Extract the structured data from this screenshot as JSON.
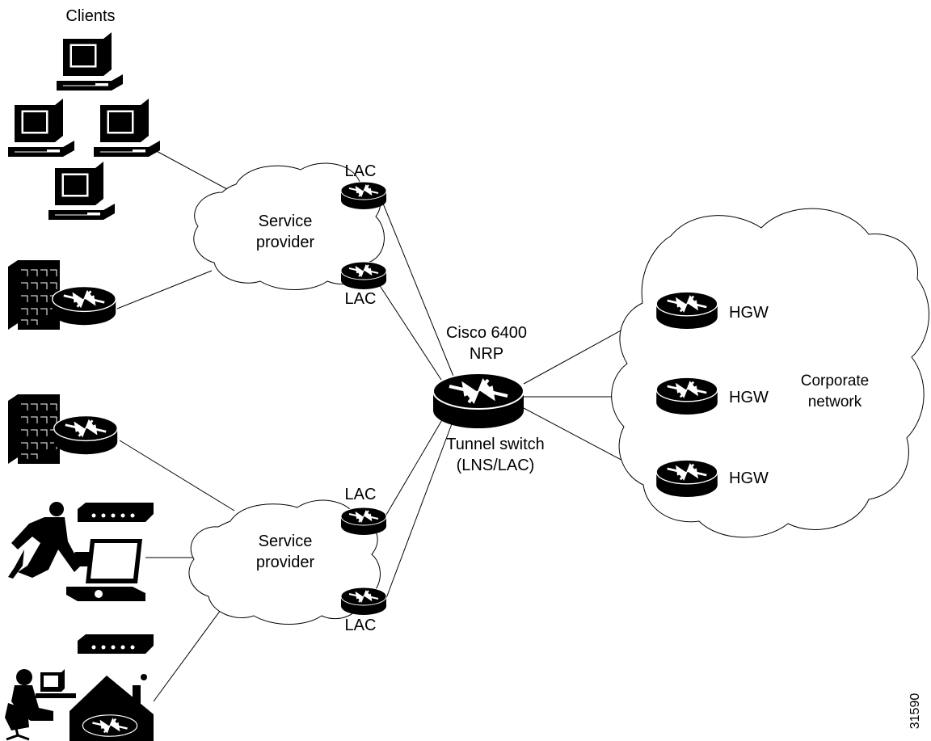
{
  "clients_label": "Clients",
  "clouds": {
    "sp_top": [
      "Service",
      "provider"
    ],
    "sp_bottom": [
      "Service",
      "provider"
    ],
    "corporate": [
      "Corporate",
      "network"
    ]
  },
  "lac_label": "LAC",
  "hgw_label": "HGW",
  "nrp": {
    "title_lines": [
      "Cisco 6400",
      "NRP"
    ],
    "role_lines": [
      "Tunnel switch",
      "(LNS/LAC)"
    ]
  },
  "figure_id": "31590",
  "icons": {
    "pc": "desktop-computer-icon",
    "building_router": "building-router-icon",
    "mobile_user": "mobile-user-laptop-icon",
    "home_user": "home-office-user-icon",
    "modem": "modem-icon",
    "router": "router-icon",
    "nrp_router": "large-router-icon"
  }
}
